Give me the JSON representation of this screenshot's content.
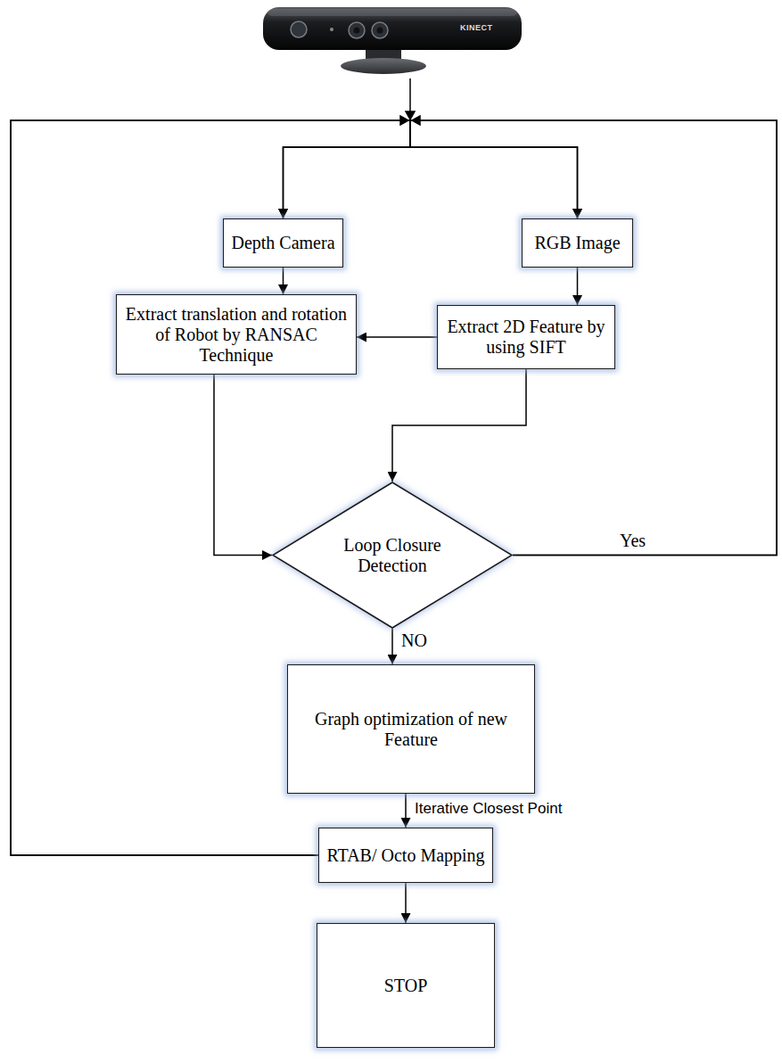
{
  "diagram": {
    "nodes": [
      {
        "text": [
          "Depth Camera"
        ]
      },
      {
        "text": [
          "RGB Image"
        ]
      },
      {
        "text": [
          "Extract translation and rotation of Robot by RANSAC Technique"
        ]
      },
      {
        "text": [
          "Extract 2D Feature by using SIFT"
        ]
      },
      {
        "text": [
          "Loop Closure Detection"
        ]
      },
      {
        "text": [
          "Graph optimization of new Feature"
        ]
      },
      {
        "text": [
          "RTAB/ Octo Mapping"
        ]
      },
      {
        "text": [
          "STOP"
        ]
      }
    ],
    "edges": [
      {
        "from": 6,
        "to": 0,
        "arrow": "to"
      },
      {
        "from": 6,
        "to": 1,
        "arrow": "to"
      },
      {
        "from": 4,
        "to": 0,
        "label": "Yes",
        "arrow": "to"
      },
      {
        "from": 4,
        "to": 1,
        "arrow": "to"
      },
      {
        "from": 0,
        "to": 2,
        "arrow": "to"
      },
      {
        "from": 1,
        "to": 3,
        "arrow": "to"
      },
      {
        "from": 3,
        "to": 2,
        "arrow": "to"
      },
      {
        "from": 2,
        "to": 4,
        "arrow": "to"
      },
      {
        "from": 3,
        "to": 4,
        "arrow": "to"
      },
      {
        "from": 4,
        "to": 5,
        "label": "NO",
        "arrow": "to"
      },
      {
        "from": 5,
        "to": 6,
        "label": "Iterative Closest Point",
        "arrow": "to"
      },
      {
        "from": 6,
        "to": 7,
        "arrow": "to"
      }
    ],
    "labels": [
      "KINECT"
    ]
  }
}
